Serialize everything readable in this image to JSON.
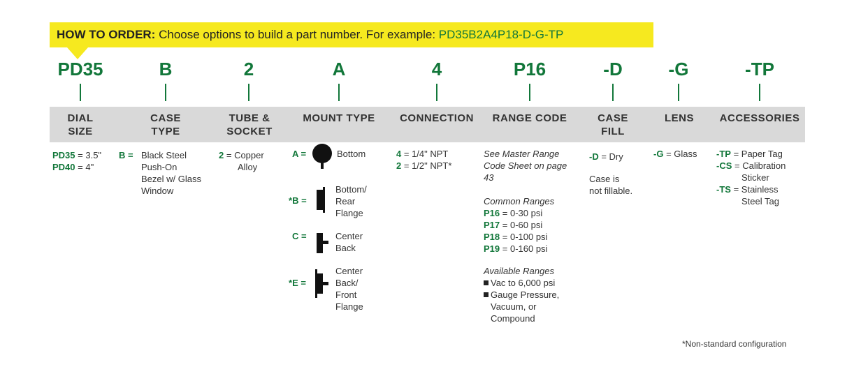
{
  "banner": {
    "label": "HOW TO ORDER:",
    "text": "Choose options to build a part number. For example:",
    "example": "PD35B2A4P18-D-G-TP"
  },
  "codes": [
    "PD35",
    "B",
    "2",
    "A",
    "4",
    "P16",
    "-D",
    "-G",
    "-TP"
  ],
  "headers": {
    "dial_size": [
      "DIAL",
      "SIZE"
    ],
    "case_type": [
      "CASE",
      "TYPE"
    ],
    "tube_socket": [
      "TUBE &",
      "SOCKET"
    ],
    "mount_type": "MOUNT TYPE",
    "connection": "CONNECTION",
    "range_code": "RANGE CODE",
    "case_fill": [
      "CASE",
      "FILL"
    ],
    "lens": "LENS",
    "accessories": "ACCESSORIES"
  },
  "dial_size": [
    {
      "code": "PD35",
      "value": "= 3.5\""
    },
    {
      "code": "PD40",
      "value": "= 4\""
    }
  ],
  "case_type": {
    "code": "B =",
    "lines": [
      "Black Steel",
      "Push-On",
      "Bezel w/ Glass",
      "Window"
    ]
  },
  "tube_socket": {
    "code": "2",
    "value": "= Copper",
    "line2": "Alloy"
  },
  "mount_type": {
    "a": {
      "code": "A =",
      "lines": [
        "Bottom"
      ]
    },
    "b": {
      "star": "*",
      "code": "B =",
      "lines": [
        "Bottom/",
        "Rear",
        "Flange"
      ]
    },
    "c": {
      "code": "C =",
      "lines": [
        "Center",
        "Back"
      ]
    },
    "e": {
      "star": "*",
      "code": "E =",
      "lines": [
        "Center",
        "Back/",
        "Front",
        "Flange"
      ]
    }
  },
  "connection": [
    {
      "code": "4",
      "value": "= 1/4\" NPT"
    },
    {
      "code": "2",
      "value": "= 1/2\" NPT*"
    }
  ],
  "range_code": {
    "see_lines": [
      "See Master Range",
      "Code Sheet on page",
      "43"
    ],
    "common_heading": "Common Ranges",
    "common": [
      {
        "code": "P16",
        "value": "= 0-30 psi"
      },
      {
        "code": "P17",
        "value": "= 0-60 psi"
      },
      {
        "code": "P18",
        "value": "= 0-100 psi"
      },
      {
        "code": "P19",
        "value": "= 0-160 psi"
      }
    ],
    "available_heading": "Available Ranges",
    "available": [
      "Vac to 6,000 psi",
      "Gauge Pressure,",
      "Vacuum, or",
      "Compound"
    ]
  },
  "case_fill": {
    "code": "-D",
    "value": "= Dry",
    "note": [
      "Case is",
      "not fillable."
    ]
  },
  "lens": {
    "code": "-G",
    "value": "= Glass"
  },
  "accessories": [
    {
      "code": "-TP",
      "lines": [
        "= Paper Tag"
      ]
    },
    {
      "code": "-CS",
      "lines": [
        "= Calibration",
        "Sticker"
      ]
    },
    {
      "code": "-TS",
      "lines": [
        "= Stainless",
        "Steel Tag"
      ]
    }
  ],
  "footnote": "*Non-standard configuration",
  "colors": {
    "accent_green": "#12773a",
    "banner_yellow": "#f6e91f",
    "header_gray": "#d9d9d9"
  }
}
